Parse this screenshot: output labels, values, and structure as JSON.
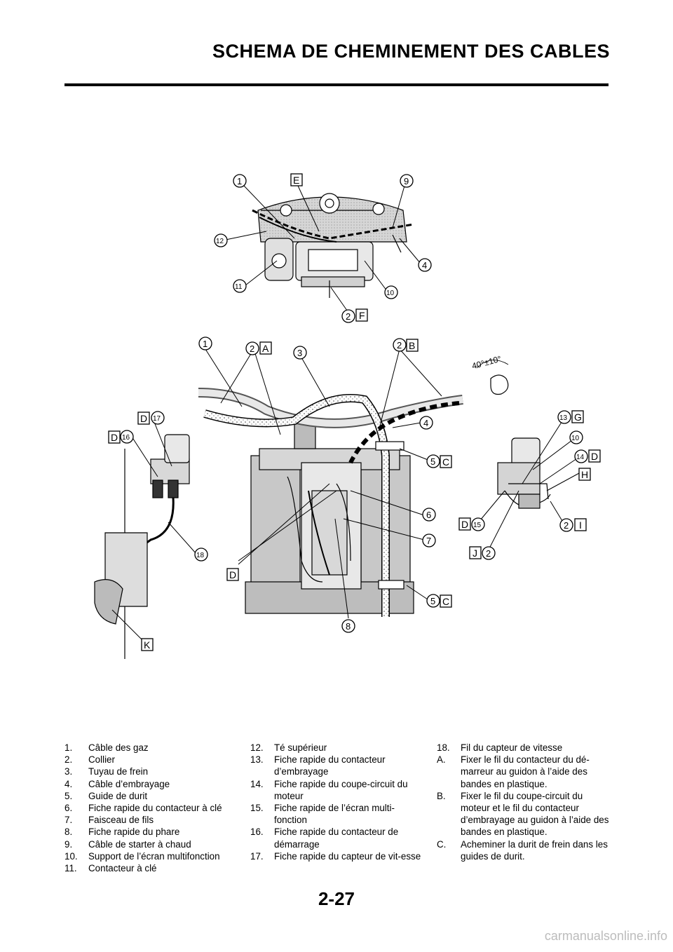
{
  "header": {
    "title": "SCHEMA DE CHEMINEMENT DES CABLES"
  },
  "diagram": {
    "angle_label": "40°±10°",
    "callouts": [
      "1",
      "2",
      "3",
      "4",
      "5",
      "6",
      "7",
      "8",
      "9",
      "10",
      "11",
      "12",
      "13",
      "14",
      "15",
      "16",
      "17",
      "18"
    ],
    "box_labels": [
      "A",
      "B",
      "C",
      "D",
      "E",
      "F",
      "G",
      "H",
      "I",
      "J",
      "K"
    ]
  },
  "legend": {
    "col1": [
      {
        "n": "1.",
        "t": "Câble des gaz"
      },
      {
        "n": "2.",
        "t": "Collier"
      },
      {
        "n": "3.",
        "t": "Tuyau de frein"
      },
      {
        "n": "4.",
        "t": "Câble d’embrayage"
      },
      {
        "n": "5.",
        "t": "Guide de durit"
      },
      {
        "n": "6.",
        "t": "Fiche rapide du contacteur à clé"
      },
      {
        "n": "7.",
        "t": "Faisceau de fils"
      },
      {
        "n": "8.",
        "t": "Fiche rapide du phare"
      },
      {
        "n": "9.",
        "t": "Câble de starter à chaud"
      },
      {
        "n": "10.",
        "t": "Support de l’écran multifonction"
      },
      {
        "n": "11.",
        "t": "Contacteur à clé"
      }
    ],
    "col2": [
      {
        "n": "12.",
        "t": "Té supérieur"
      },
      {
        "n": "13.",
        "t": "Fiche rapide du contacteur d’embrayage"
      },
      {
        "n": "14.",
        "t": "Fiche rapide du coupe-circuit du moteur"
      },
      {
        "n": "15.",
        "t": "Fiche rapide de l’écran multi-fonction"
      },
      {
        "n": "16.",
        "t": "Fiche rapide du contacteur de démarrage"
      },
      {
        "n": "17.",
        "t": "Fiche rapide du capteur de vit-esse"
      }
    ],
    "col3": [
      {
        "n": "18.",
        "t": "Fil du capteur de vitesse"
      },
      {
        "n": "A.",
        "t": "Fixer le fil du contacteur du dé-marreur au guidon à l’aide des bandes en plastique."
      },
      {
        "n": "B.",
        "t": "Fixer le fil du coupe-circuit du moteur et le fil du contacteur d’embrayage au guidon à l’aide des bandes en plastique."
      },
      {
        "n": "C.",
        "t": "Acheminer la durit de frein dans les guides de durit."
      }
    ]
  },
  "footer": {
    "page_number": "2-27",
    "watermark": "carmanualsonline.info"
  }
}
